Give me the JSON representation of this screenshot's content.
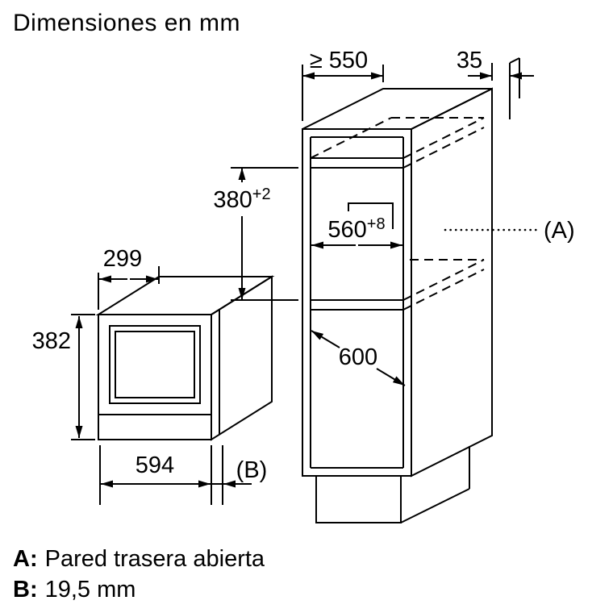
{
  "title": "Dimensiones en mm",
  "legend": {
    "item_a": {
      "key": "A:",
      "text": "Pared trasera abierta"
    },
    "item_b": {
      "key": "B:",
      "text": "19,5 mm"
    }
  },
  "dims": {
    "depth_min": "≥ 550",
    "wall_gap": "35",
    "niche_height": "380",
    "niche_height_tol": "+2",
    "niche_width": "560",
    "niche_width_tol": "+8",
    "lower_depth": "600",
    "oven_depth": "299",
    "oven_height": "382",
    "oven_width": "594",
    "ref_a": "(A)",
    "ref_b": "(B)"
  }
}
